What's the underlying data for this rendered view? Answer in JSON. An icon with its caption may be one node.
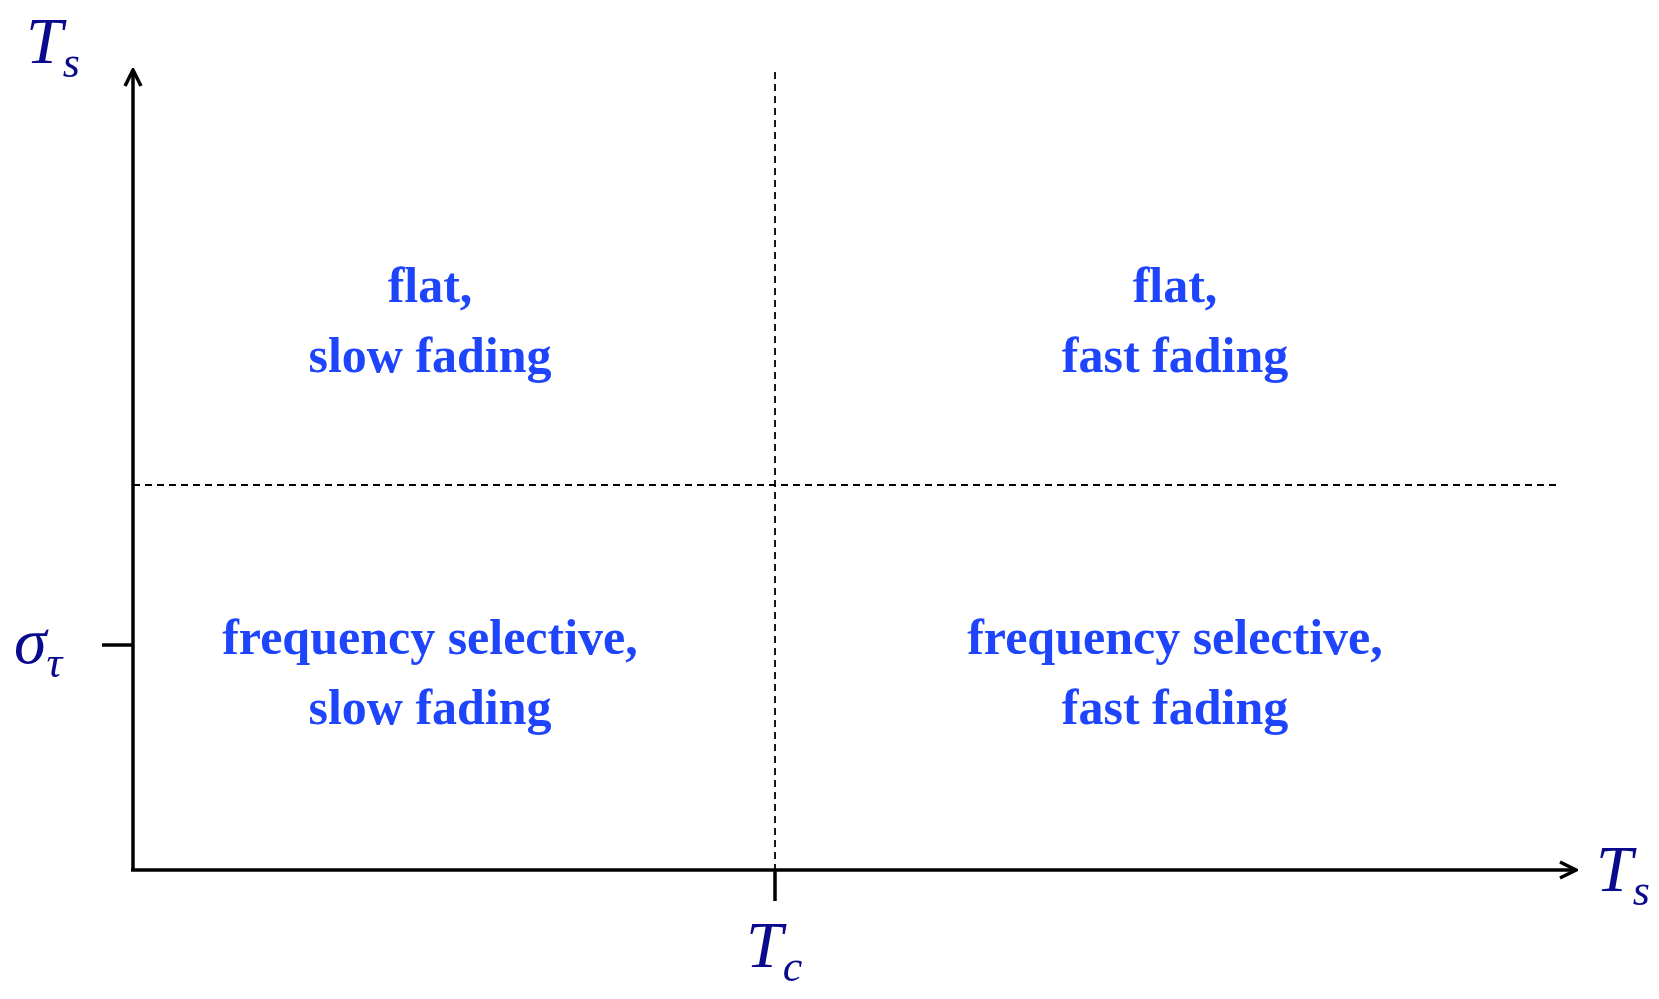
{
  "diagram": {
    "labels": [
      "T$_{s}$",
      "flat, slow fading",
      "flat, fast fading",
      "σ$_{τ}$",
      "frequency selective, slow fading",
      "frequency selective, fast fading",
      "T$_{s}$",
      "T$_{c}$"
    ]
  }
}
